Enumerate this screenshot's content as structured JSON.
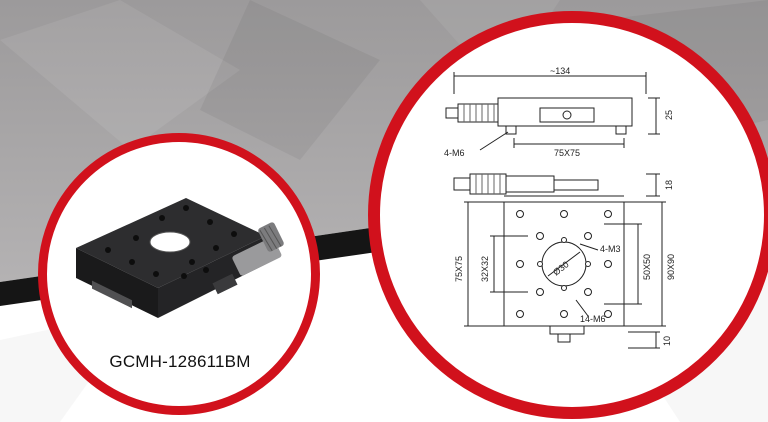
{
  "product": {
    "model": "GCMH-128611BM"
  },
  "drawing": {
    "overall_length": "~134",
    "height": "25",
    "mount_holes_side": "4-M6",
    "platform_size": "75X75",
    "top_thickness": "18",
    "outer_size": "75X75",
    "inner_spacing": "32X32",
    "center_diameter": "Ø30",
    "center_holes": "4-M3",
    "mid_spacing": "50X50",
    "base_size": "90X90",
    "mount_holes_base": "14-M6",
    "bottom_offset": "10"
  },
  "colors": {
    "accent_ring": "#d1111c",
    "banner_gray": "#a7a5a6",
    "dark_stripe": "#151515"
  }
}
